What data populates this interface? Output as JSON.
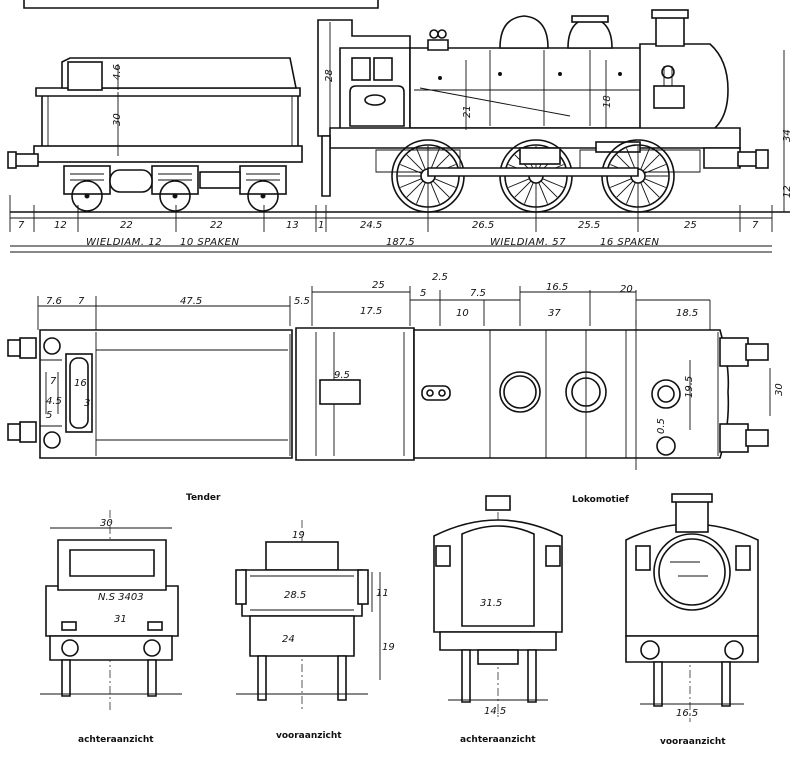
{
  "side_view": {
    "bottom_dims": [
      "7",
      "12",
      "22",
      "22",
      "13",
      "1",
      "24.5",
      "26.5",
      "25.5",
      "25",
      "7"
    ],
    "total": "187.5",
    "tender_note": "WIELDIAM. 12",
    "tender_spokes": "10 SPAKEN",
    "loco_note": "WIELDIAM. 57",
    "loco_spokes": "16 SPAKEN",
    "heights": [
      "4.6",
      "30",
      "28",
      "21",
      "18",
      "34",
      "12"
    ]
  },
  "top_view": {
    "top_dims": [
      "7.6",
      "7",
      "47.5",
      "5.5",
      "25",
      "17.5",
      "2.5",
      "5",
      "7.5",
      "16.5",
      "20",
      "10",
      "37",
      "18.5"
    ],
    "inner_dims": [
      "9.5",
      "4.5",
      "16",
      "7",
      "5",
      "3",
      "19.5",
      "0.5"
    ],
    "width": "30"
  },
  "section_labels": {
    "tender": "Tender",
    "locomotive": "Lokomotief"
  },
  "end_views": {
    "tender_rear": {
      "caption": "achteraanzicht",
      "width": "30",
      "lower": "31",
      "plate": "N.S\n3403"
    },
    "tender_front": {
      "caption": "vooraanzicht",
      "top": "19",
      "mid": "28.5",
      "lower": "24",
      "h1": "11",
      "h2": "19"
    },
    "loco_rear": {
      "caption": "achteraanzicht",
      "mid": "31.5",
      "lower": "14.5"
    },
    "loco_front": {
      "caption": "vooraanzicht",
      "lower": "16.5"
    }
  }
}
